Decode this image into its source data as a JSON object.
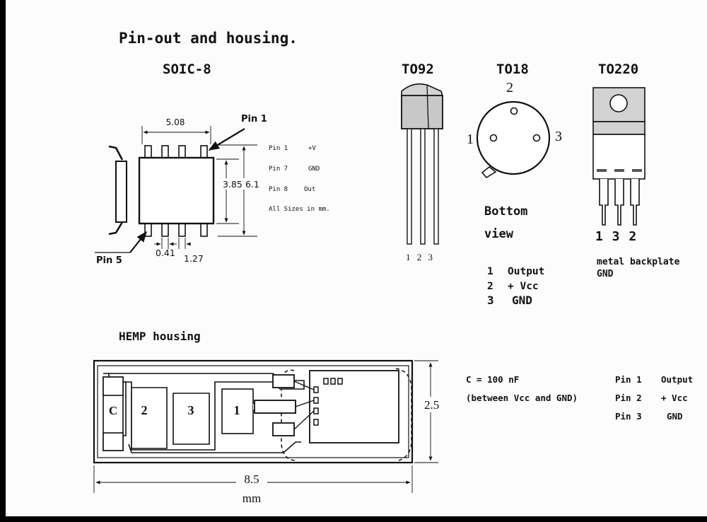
{
  "title": "Pin-out and housing.",
  "soic": {
    "heading": "SOIC-8",
    "pin1_label": "Pin 1",
    "pin5_label": "Pin 5",
    "dim_width": "5.08",
    "dim_body": "3.85",
    "dim_total": "6.1",
    "dim_pin": "0.41",
    "dim_pitch": "1.27",
    "pins": [
      {
        "pin": "Pin 1",
        "func": "+V"
      },
      {
        "pin": "Pin 7",
        "func": "GND"
      },
      {
        "pin": "Pin 8",
        "func": "Out"
      }
    ],
    "note": "All Sizes in mm."
  },
  "to92": {
    "heading": "TO92",
    "pin_numbers": "1 2 3"
  },
  "to18": {
    "heading": "TO18",
    "pin_top": "2",
    "pin_left": "1",
    "pin_right": "3",
    "view_line1": "Bottom",
    "view_line2": "view",
    "pins": [
      {
        "num": "1",
        "func": "Output"
      },
      {
        "num": "2",
        "func": "+ Vcc"
      },
      {
        "num": "3",
        "func": "GND"
      }
    ]
  },
  "to220": {
    "heading": "TO220",
    "pin_numbers": "1 3 2",
    "note_line1": "metal backplate",
    "note_line2": "GND"
  },
  "hemp": {
    "heading": "HEMP housing",
    "pad_c": "C",
    "pad_2": "2",
    "pad_3": "3",
    "pad_1": "1",
    "dim_height": "2.5",
    "dim_length": "8.5",
    "unit": "mm",
    "cap_line1": "C = 100 nF",
    "cap_line2": "(between Vcc and GND)",
    "pins": [
      {
        "pin": "Pin 1",
        "func": "Output"
      },
      {
        "pin": "Pin 2",
        "func": "+ Vcc"
      },
      {
        "pin": "Pin 3",
        "func": "GND"
      }
    ]
  }
}
